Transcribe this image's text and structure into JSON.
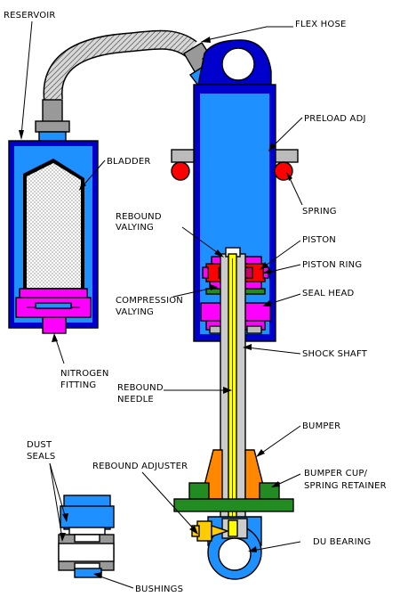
{
  "labels": {
    "reservoir": "RESERVOIR",
    "flex_hose": "FLEX HOSE",
    "preload_adj": "PRELOAD ADJ",
    "bladder": "BLADDER",
    "spring": "SPRING",
    "rebound_valving_1": "REBOUND",
    "rebound_valving_2": "VALYING",
    "piston": "PISTON",
    "piston_ring": "PISTON RING",
    "compression_valving_1": "COMPRESSION",
    "compression_valving_2": "VALYING",
    "seal_head": "SEAL HEAD",
    "shock_shaft": "SHOCK SHAFT",
    "nitrogen_fitting_1": "NITROGEN",
    "nitrogen_fitting_2": "FITTING",
    "rebound_needle_1": "REBOUND",
    "rebound_needle_2": "NEEDLE",
    "bumper": "BUMPER",
    "dust_seals_1": "DUST",
    "dust_seals_2": "SEALS",
    "rebound_adjuster": "REBOUND ADJUSTER",
    "bumper_cup_1": "BUMPER CUP/",
    "bumper_cup_2": "SPRING RETAINER",
    "du_bearing": "DU BEARING",
    "bushings": "BUSHINGS"
  },
  "colors": {
    "body_blue": "#1e90ff",
    "dark_blue": "#0000cc",
    "magenta": "#ff00ff",
    "red": "#ff0000",
    "yellow": "#ffff00",
    "orange": "#ff8800",
    "green": "#228b22",
    "gray": "#999999",
    "light_gray": "#cccccc",
    "white": "#ffffff"
  }
}
